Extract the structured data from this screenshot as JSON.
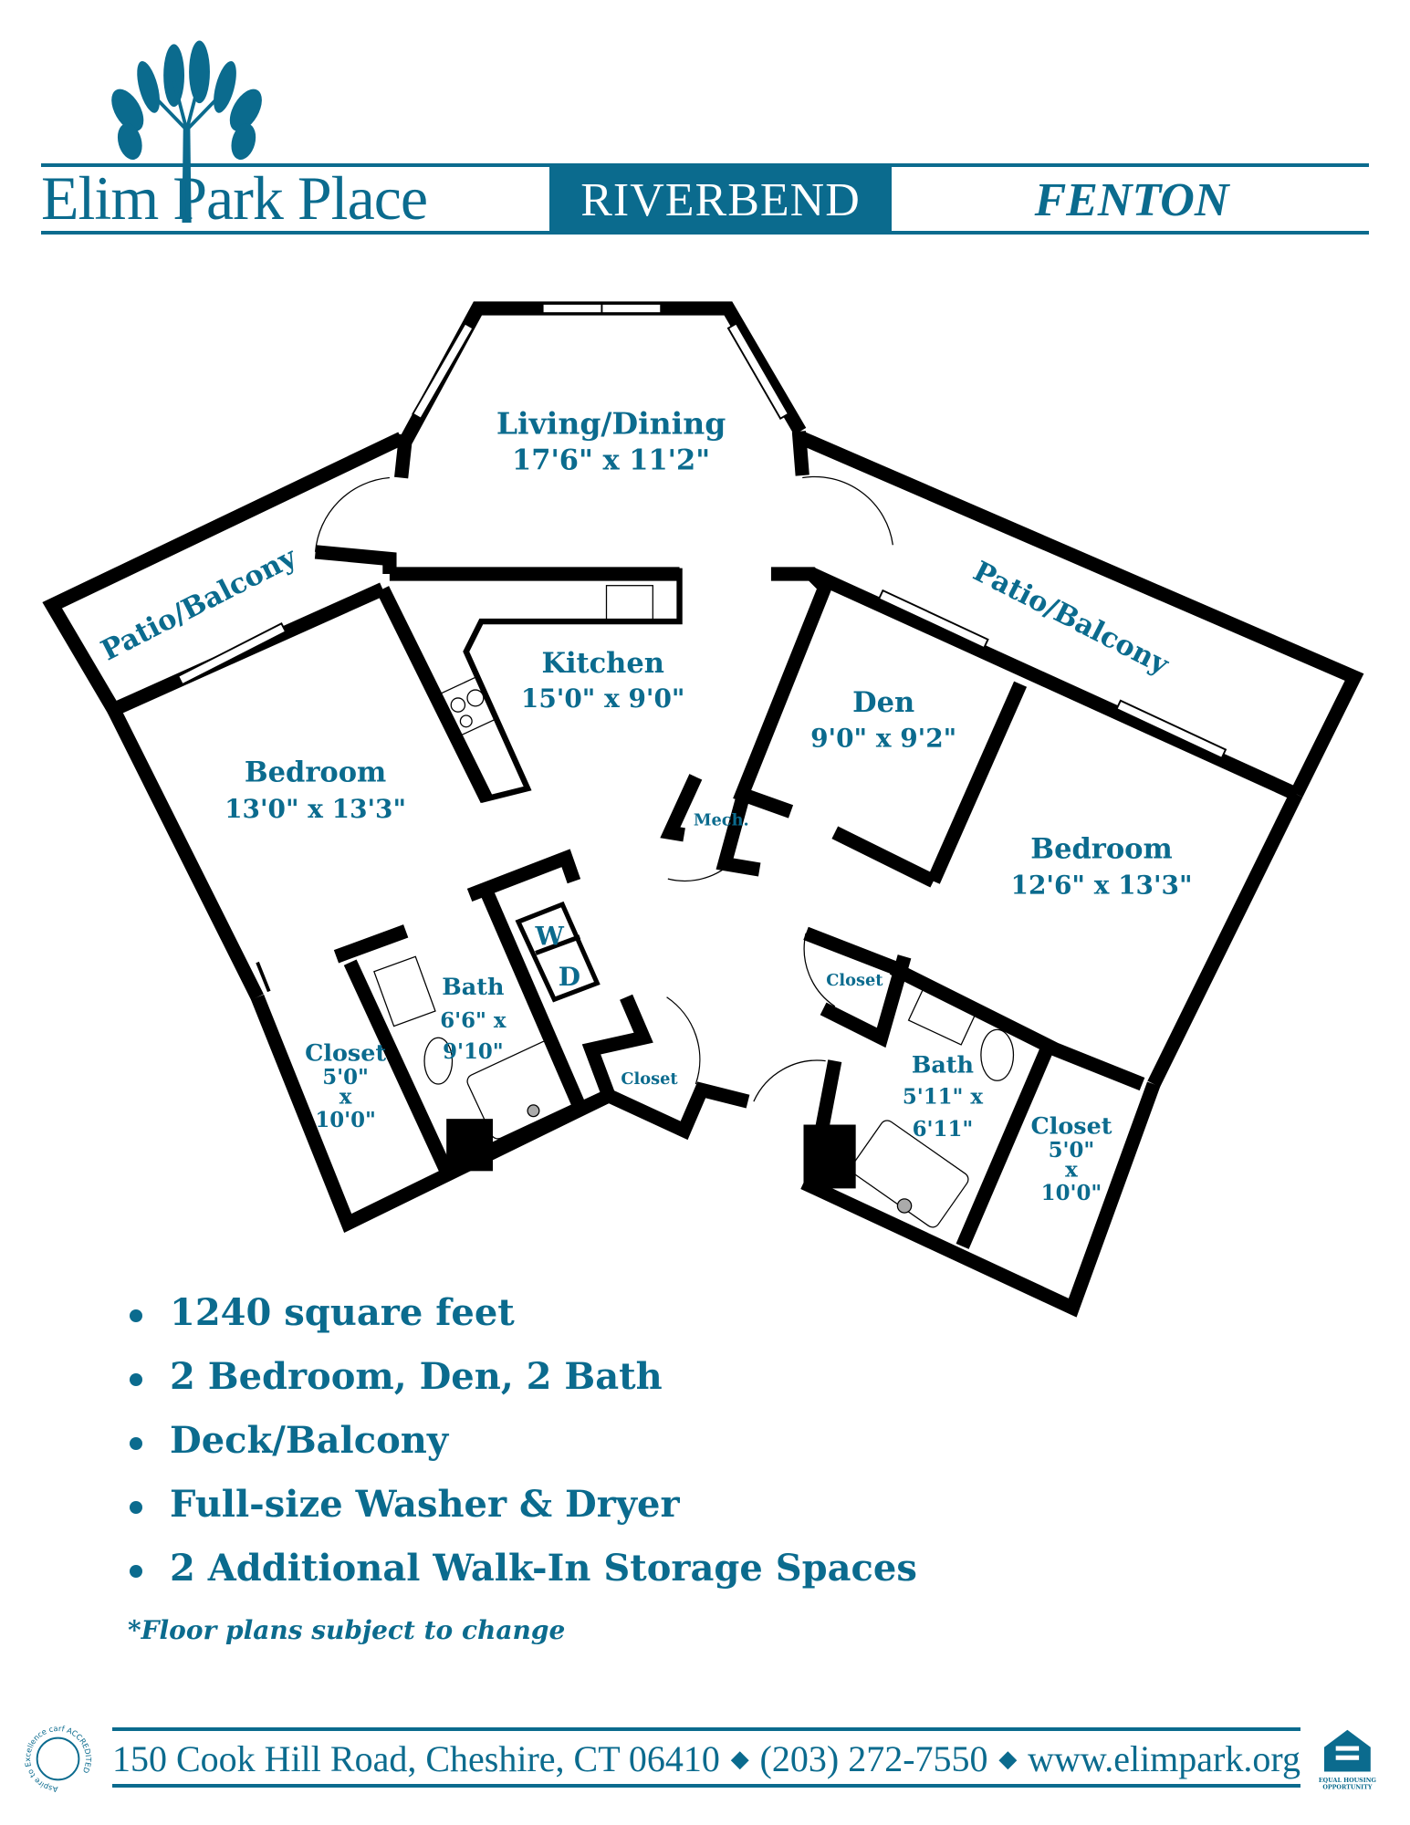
{
  "header": {
    "logo_text": "Elim Park Place",
    "community": "RIVERBEND",
    "unit_name": "FENTON"
  },
  "rooms": {
    "living": {
      "name": "Living/Dining",
      "size": "17'6\" x 11'2\""
    },
    "patio_left": {
      "name": "Patio/Balcony"
    },
    "patio_right": {
      "name": "Patio/Balcony"
    },
    "kitchen": {
      "name": "Kitchen",
      "size": "15'0\" x 9'0\""
    },
    "bedroom_left": {
      "name": "Bedroom",
      "size": "13'0\" x 13'3\""
    },
    "den": {
      "name": "Den",
      "size": "9'0\" x 9'2\""
    },
    "mech": {
      "name": "Mech."
    },
    "bedroom_right": {
      "name": "Bedroom",
      "size": "12'6\" x 13'3\""
    },
    "washer": {
      "name": "W"
    },
    "dryer": {
      "name": "D"
    },
    "bath_left": {
      "name": "Bath",
      "size_a": "6'6\" x",
      "size_b": "9'10\""
    },
    "closet_left": {
      "name": "Closet",
      "w": "5'0\"",
      "x": "x",
      "h": "10'0\""
    },
    "closet_center": {
      "name": "Closet"
    },
    "closet_small_right": {
      "name": "Closet"
    },
    "bath_right": {
      "name": "Bath",
      "size_a": "5'11\" x",
      "size_b": "6'11\""
    },
    "closet_right": {
      "name": "Closet",
      "w": "5'0\"",
      "x": "x",
      "h": "10'0\""
    }
  },
  "features": [
    "1240 square feet",
    "2 Bedroom, Den, 2 Bath",
    "Deck/Balcony",
    "Full-size Washer & Dryer",
    "2 Additional Walk-In Storage Spaces"
  ],
  "note": "*Floor plans subject to change",
  "footer": {
    "address": "150 Cook Hill Road, Cheshire, CT 06410",
    "separator": "◆",
    "phone": "(203) 272-7550",
    "website": "www.elimpark.org",
    "carf_badge": "Aspire to Excellence carf ACCREDITED",
    "equal_housing": "EQUAL HOUSING OPPORTUNITY"
  },
  "colors": {
    "brand": "#0b6b8e",
    "wall": "#000000"
  }
}
